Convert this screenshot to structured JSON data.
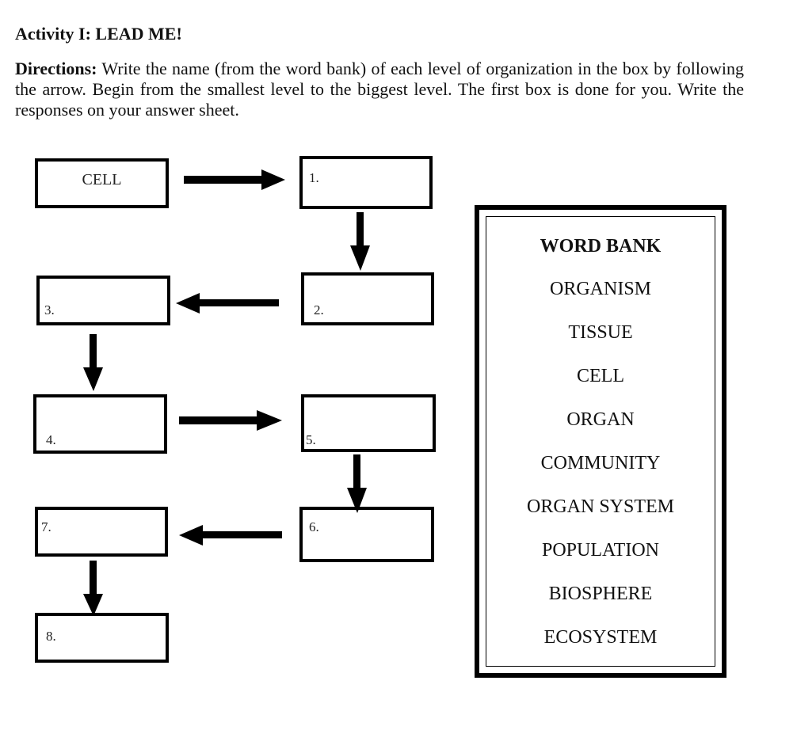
{
  "activity_title": "Activity I: LEAD ME!",
  "directions": {
    "label": "Directions:",
    "text": " Write the name (from the word bank) of each level of organization in the box by following the arrow. Begin from the smallest level to the biggest level. The first box is done for you. Write the responses on your answer sheet."
  },
  "diagram": {
    "given_box": "CELL",
    "boxes": [
      {
        "number": "1."
      },
      {
        "number": "2."
      },
      {
        "number": "3."
      },
      {
        "number": "4."
      },
      {
        "number": "5."
      },
      {
        "number": "6."
      },
      {
        "number": "7."
      },
      {
        "number": "8."
      }
    ],
    "arrows": [
      "right",
      "down",
      "left",
      "down",
      "right",
      "down",
      "left",
      "down"
    ]
  },
  "word_bank": {
    "title": "WORD BANK",
    "words": [
      "ORGANISM",
      "TISSUE",
      "CELL",
      "ORGAN",
      "COMMUNITY",
      "ORGAN SYSTEM",
      "POPULATION",
      "BIOSPHERE",
      "ECOSYSTEM"
    ]
  }
}
